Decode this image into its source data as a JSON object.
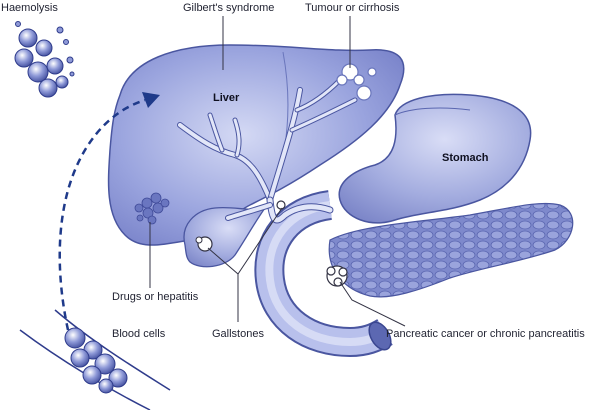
{
  "labels": {
    "haemolysis": "Haemolysis",
    "gilberts": "Gilbert's syndrome",
    "tumour": "Tumour or cirrhosis",
    "liver": "Liver",
    "stomach": "Stomach",
    "drugs": "Drugs or hepatitis",
    "blood_cells": "Blood cells",
    "gallstones": "Gallstones",
    "pancreatic": "Pancreatic cancer or chronic pancreatitis"
  },
  "colors": {
    "organ_fill": "#8d98d8",
    "organ_light": "#c8cff0",
    "organ_stroke": "#4a56a0",
    "arrow": "#1f3a8a",
    "leader_line": "#333344"
  }
}
